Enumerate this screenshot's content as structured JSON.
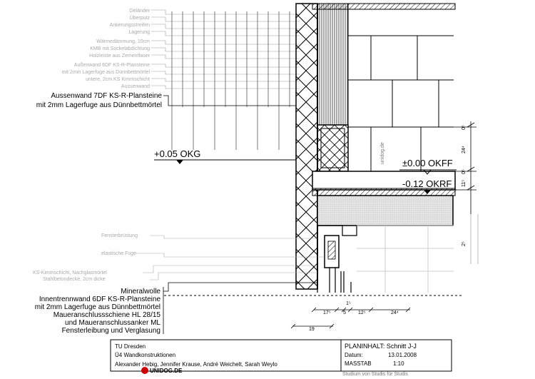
{
  "labels_faint": [
    "Geländer",
    "Überputz",
    "Ankerungsstreifen",
    "Lagerung",
    "Wärmedämmung, 10cm",
    "KMB mit Sockelabdichtung",
    "Holzleiste aus Zementfaser",
    "Außenwand 6DF KS-R-Plansteine",
    "mit 2mm Lagerfuge aus Dünnbettmörtel",
    "untere, 2cm KS Kimmschicht",
    "Aussenwand"
  ],
  "labels_outer_wall": [
    "Aussenwand 7DF KS-R-Plansteine",
    "mit 2mm Lagerfuge aus Dünnbettmörtel"
  ],
  "level_okg": "+0.05 OKG",
  "level_okff": "±0.00 OKFF",
  "level_okrf": "-0.12 OKRF",
  "labels_lower_faint": [
    "Fensterbrüstung",
    "elastische Fuge",
    "KS-Kimmschicht, Nachglasmörtel",
    "Stahlbetondecke, 2cm dicke"
  ],
  "labels_lower": [
    "Mineralwolle",
    "Innentrennwand 6DF KS-R-Plansteine",
    "mit 2mm Lagerfuge aus Dünnbettmörtel",
    "Maueranschlussschiene HL 28/15",
    "und Maueranschlussanker ML",
    "Fensterleibung und Verglasung"
  ],
  "dims_right": [
    "0⁵",
    "24⁴",
    "0⁵",
    "11⁵",
    "2⁵"
  ],
  "dims_bottom": [
    "1⁵",
    "17⁵",
    "5",
    "12⁵",
    "24⁴"
  ],
  "dim_19": "19",
  "title_block": {
    "university": "TU Dresden",
    "course": "Ü4 Wandkonstruktionen",
    "authors": "Alexander Hebig, Jennifer Krause, André Weichelt, Sarah Weylo",
    "plan_label": "PLANINHALT: Schnitt J-J",
    "date_label": "Datum:",
    "date_value": "13.01.2008",
    "scale_label": "MASSTAB",
    "scale_value": "1:10"
  },
  "logo": "UNIDOG.DE",
  "watermark_side": "unidog.de",
  "watermark_bottom": "Studium von Studis für Studis"
}
